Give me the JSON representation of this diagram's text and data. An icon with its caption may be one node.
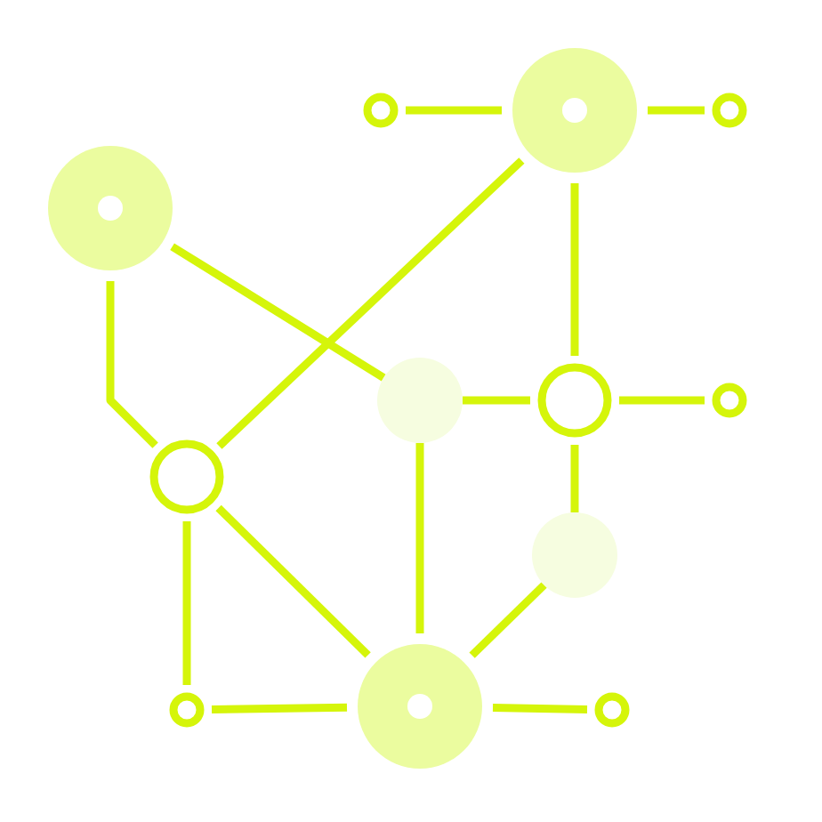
{
  "diagram": {
    "nodes": [
      {
        "text": [],
        "shape": "circle"
      },
      {
        "text": [],
        "shape": "circle"
      },
      {
        "text": [],
        "shape": "circle"
      },
      {
        "text": [],
        "shape": "circle"
      },
      {
        "text": [],
        "shape": "circle"
      },
      {
        "text": [],
        "shape": "circle"
      },
      {
        "text": [],
        "shape": "circle"
      },
      {
        "text": [],
        "shape": "circle"
      },
      {
        "text": [],
        "shape": "circle"
      },
      {
        "text": [],
        "shape": "circle"
      },
      {
        "text": [],
        "shape": "circle"
      },
      {
        "text": [],
        "shape": "circle"
      }
    ],
    "edges": [
      {
        "from": 0,
        "to": 1,
        "arrow": "none"
      },
      {
        "from": 1,
        "to": 2,
        "arrow": "none"
      },
      {
        "from": 1,
        "to": 7,
        "arrow": "none"
      },
      {
        "from": 1,
        "to": 5,
        "arrow": "none"
      },
      {
        "from": 3,
        "to": 7,
        "arrow": "none"
      },
      {
        "from": 3,
        "to": 4,
        "arrow": "none"
      },
      {
        "from": 4,
        "to": 5,
        "arrow": "none"
      },
      {
        "from": 4,
        "to": 10,
        "arrow": "none"
      },
      {
        "from": 5,
        "to": 6,
        "arrow": "none"
      },
      {
        "from": 5,
        "to": 8,
        "arrow": "none"
      },
      {
        "from": 8,
        "to": 10,
        "arrow": "none"
      },
      {
        "from": 7,
        "to": 9,
        "arrow": "none"
      },
      {
        "from": 7,
        "to": 10,
        "arrow": "none"
      },
      {
        "from": 9,
        "to": 10,
        "arrow": "none"
      },
      {
        "from": 10,
        "to": 11,
        "arrow": "none"
      }
    ]
  }
}
